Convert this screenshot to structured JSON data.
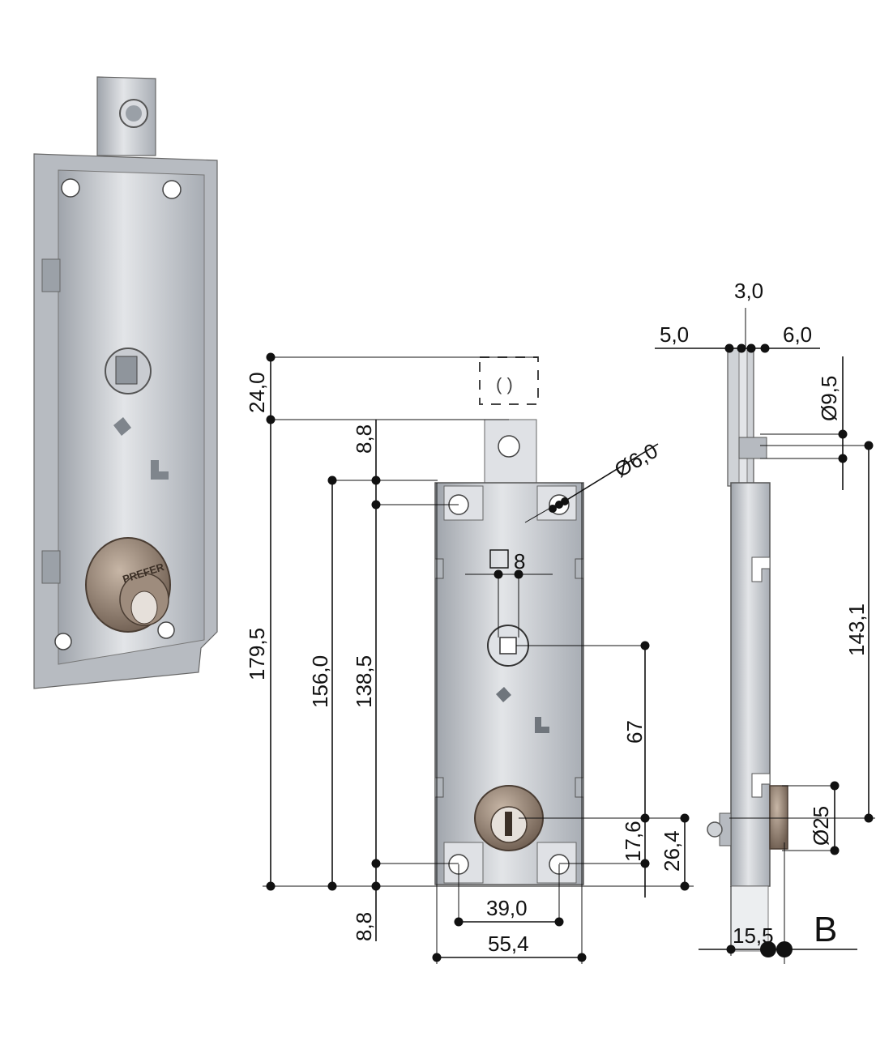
{
  "dimensions": {
    "top_offset": "24,0",
    "tab_height": "8,8",
    "bottom_offset": "8,8",
    "overall_height": "179,5",
    "case_height": "156,0",
    "hole_spacing_vertical": "138,5",
    "square_size": "8",
    "hole_diameter": "Ø6,0",
    "square_to_cylinder": "67",
    "cylinder_to_holes": "17,6",
    "cylinder_to_bottom": "26,4",
    "hole_spacing_horizontal": "39,0",
    "case_width": "55,4",
    "side_thickness": "3,0",
    "side_left": "5,0",
    "side_right": "6,0",
    "pin_diameter": "Ø9,5",
    "side_height": "143,1",
    "cylinder_diameter": "Ø25",
    "side_depth": "15,5"
  },
  "view_label": "B",
  "cylinder_brand": "PREFER",
  "colors": {
    "metal": "#c5c8cd",
    "metal_light": "#dfe1e5",
    "brass": "#8c7a6c",
    "line": "#111111"
  }
}
